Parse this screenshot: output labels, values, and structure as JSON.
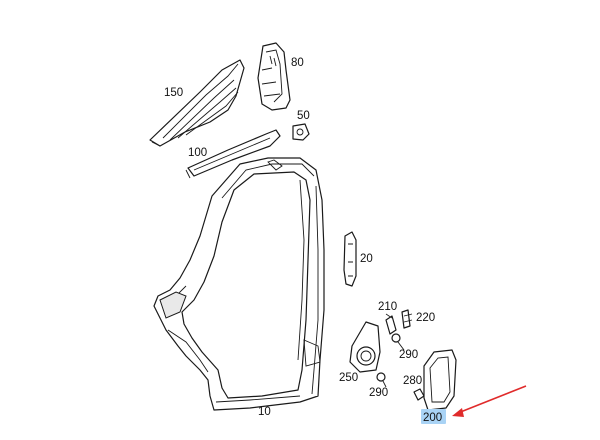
{
  "callouts": {
    "c10": "10",
    "c20": "20",
    "c50": "50",
    "c80": "80",
    "c100": "100",
    "c150": "150",
    "c200": "200",
    "c210": "210",
    "c220": "220",
    "c250": "250",
    "c280": "280",
    "c290a": "290",
    "c290b": "290"
  },
  "colors": {
    "highlight": "#a9d3f5",
    "arrow": "#e02b2b",
    "line": "#1a1a1a"
  }
}
